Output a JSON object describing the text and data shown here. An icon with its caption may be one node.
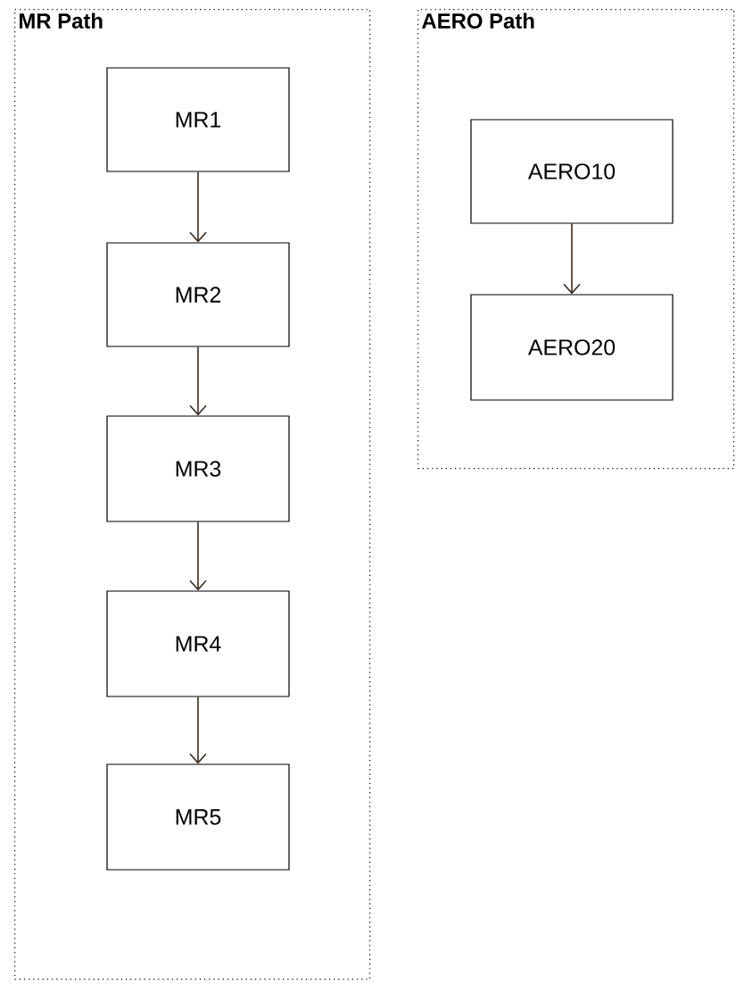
{
  "diagram": {
    "nodes": [
      {
        "text": [
          "MR Path"
        ]
      },
      {
        "text": [
          "MR1"
        ],
        "in": 0
      },
      {
        "text": [
          "MR2"
        ],
        "in": 0
      },
      {
        "text": [
          "MR3"
        ],
        "in": 0
      },
      {
        "text": [
          "MR4"
        ],
        "in": 0
      },
      {
        "text": [
          "MR5"
        ],
        "in": 0
      },
      {
        "text": [
          "AERO Path"
        ]
      },
      {
        "text": [
          "AERO10"
        ],
        "in": 6
      },
      {
        "text": [
          "AERO20"
        ],
        "in": 6
      }
    ],
    "edges": [
      {
        "from": 1,
        "to": 2,
        "arrow": "to"
      },
      {
        "from": 2,
        "to": 3,
        "arrow": "to"
      },
      {
        "from": 3,
        "to": 4,
        "arrow": "to"
      },
      {
        "from": 4,
        "to": 5,
        "arrow": "to"
      },
      {
        "from": 7,
        "to": 8,
        "arrow": "to"
      }
    ]
  }
}
